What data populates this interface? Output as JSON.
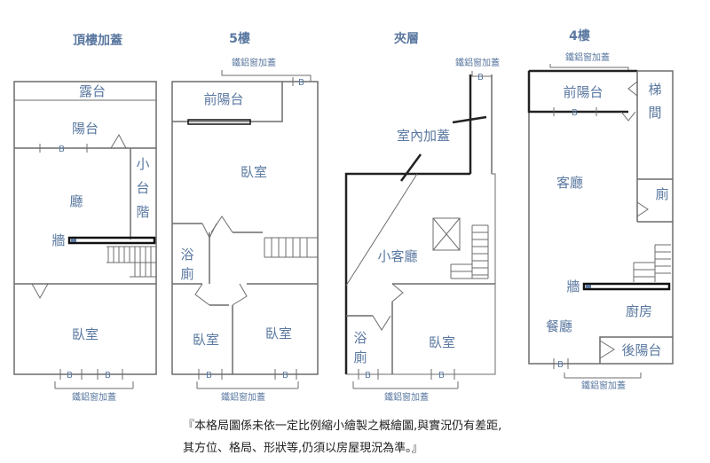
{
  "floors": {
    "roof": {
      "title": "頂樓加蓋",
      "terrace": "露台",
      "balcony": "陽台",
      "hall": "廳",
      "small_stairs": [
        "小",
        "台",
        "階"
      ],
      "wall": "牆",
      "bedroom": "臥室",
      "window_label": "鐵鋁窗加蓋"
    },
    "f5": {
      "title": "5樓",
      "window_label_top": "鐵鋁窗加蓋",
      "front_balcony": "前陽台",
      "bedroom_main": "臥室",
      "bath": [
        "浴",
        "廁"
      ],
      "bedroom_left": "臥室",
      "bedroom_right": "臥室",
      "window_label_bottom": "鐵鋁窗加蓋"
    },
    "mezz": {
      "title": "夾層",
      "window_label_top": "鐵鋁窗加蓋",
      "indoor_addition": "室內加蓋",
      "small_living": "小客廳",
      "bath": [
        "浴",
        "廁"
      ],
      "bedroom": "臥室",
      "window_label_bottom": "鐵鋁窗加蓋"
    },
    "f4": {
      "title": "4樓",
      "window_label_top": "鐵鋁窗加蓋",
      "front_balcony": "前陽台",
      "stairwell": [
        "梯",
        "間"
      ],
      "living": "客廳",
      "toilet": "廁",
      "wall": "牆",
      "dining": "餐廳",
      "kitchen": "廚房",
      "rear_balcony": "後陽台",
      "window_label_bottom": "鐵鋁窗加蓋"
    }
  },
  "window_marker": "B",
  "disclaimer": {
    "line1": "『本格局圖係未依一定比例縮小繪製之概繪圖,與實況仍有差距,",
    "line2": "其方位、格局、形狀等,仍須以房屋現況為準。』"
  }
}
